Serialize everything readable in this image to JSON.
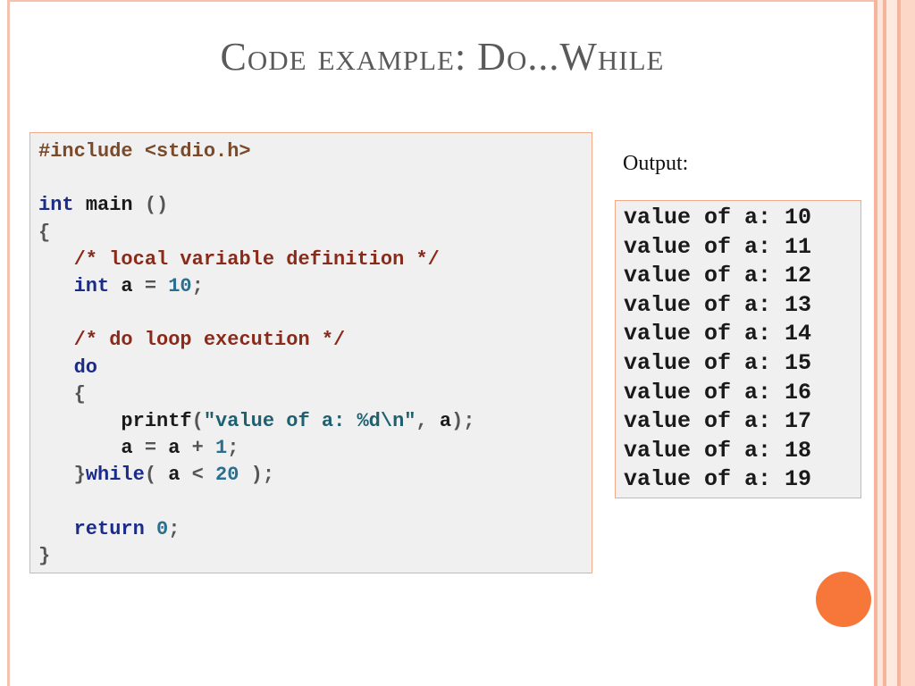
{
  "slide": {
    "title": "Code example: Do...While",
    "output_label": "Output:"
  },
  "code": {
    "lines": [
      "#include <stdio.h>",
      "",
      "int main ()",
      "{",
      "   /* local variable definition */",
      "   int a = 10;",
      "",
      "   /* do loop execution */",
      "   do",
      "   {",
      "       printf(\"value of a: %d\\n\", a);",
      "       a = a + 1;",
      "   }while( a < 20 );",
      "",
      "   return 0;",
      "}"
    ]
  },
  "output": {
    "lines": [
      "value of a: 10",
      "value of a: 11",
      "value of a: 12",
      "value of a: 13",
      "value of a: 14",
      "value of a: 15",
      "value of a: 16",
      "value of a: 17",
      "value of a: 18",
      "value of a: 19"
    ]
  },
  "colors": {
    "accent": "#f7773a",
    "border": "#f4a987",
    "stripe": "#f6c2b0"
  }
}
